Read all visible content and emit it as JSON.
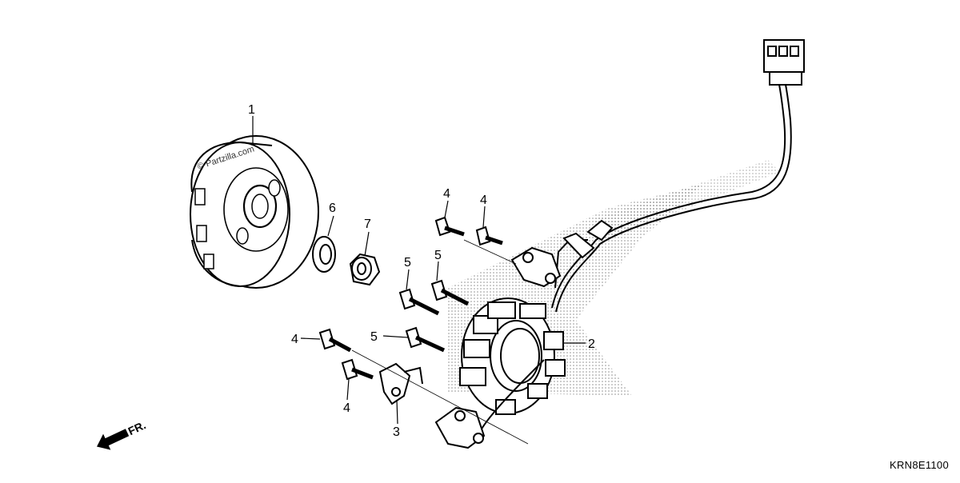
{
  "diagram": {
    "code": "KRN8E1100",
    "watermark": "© Partzilla.com",
    "direction_label": "FR.",
    "callouts": [
      "1",
      "2",
      "3",
      "4",
      "4",
      "4",
      "4",
      "5",
      "5",
      "5",
      "6",
      "7"
    ]
  }
}
